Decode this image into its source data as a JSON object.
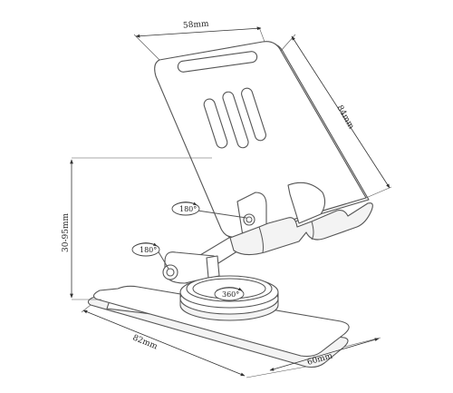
{
  "dimensions": {
    "width_top": "58mm",
    "height_holder": "84mm",
    "adjust_height": "30-95mm",
    "base_depth": "82mm",
    "base_width": "60mm"
  },
  "rotations": {
    "upper_hinge": "180°",
    "lower_hinge": "180°",
    "base_turntable": "360°"
  }
}
